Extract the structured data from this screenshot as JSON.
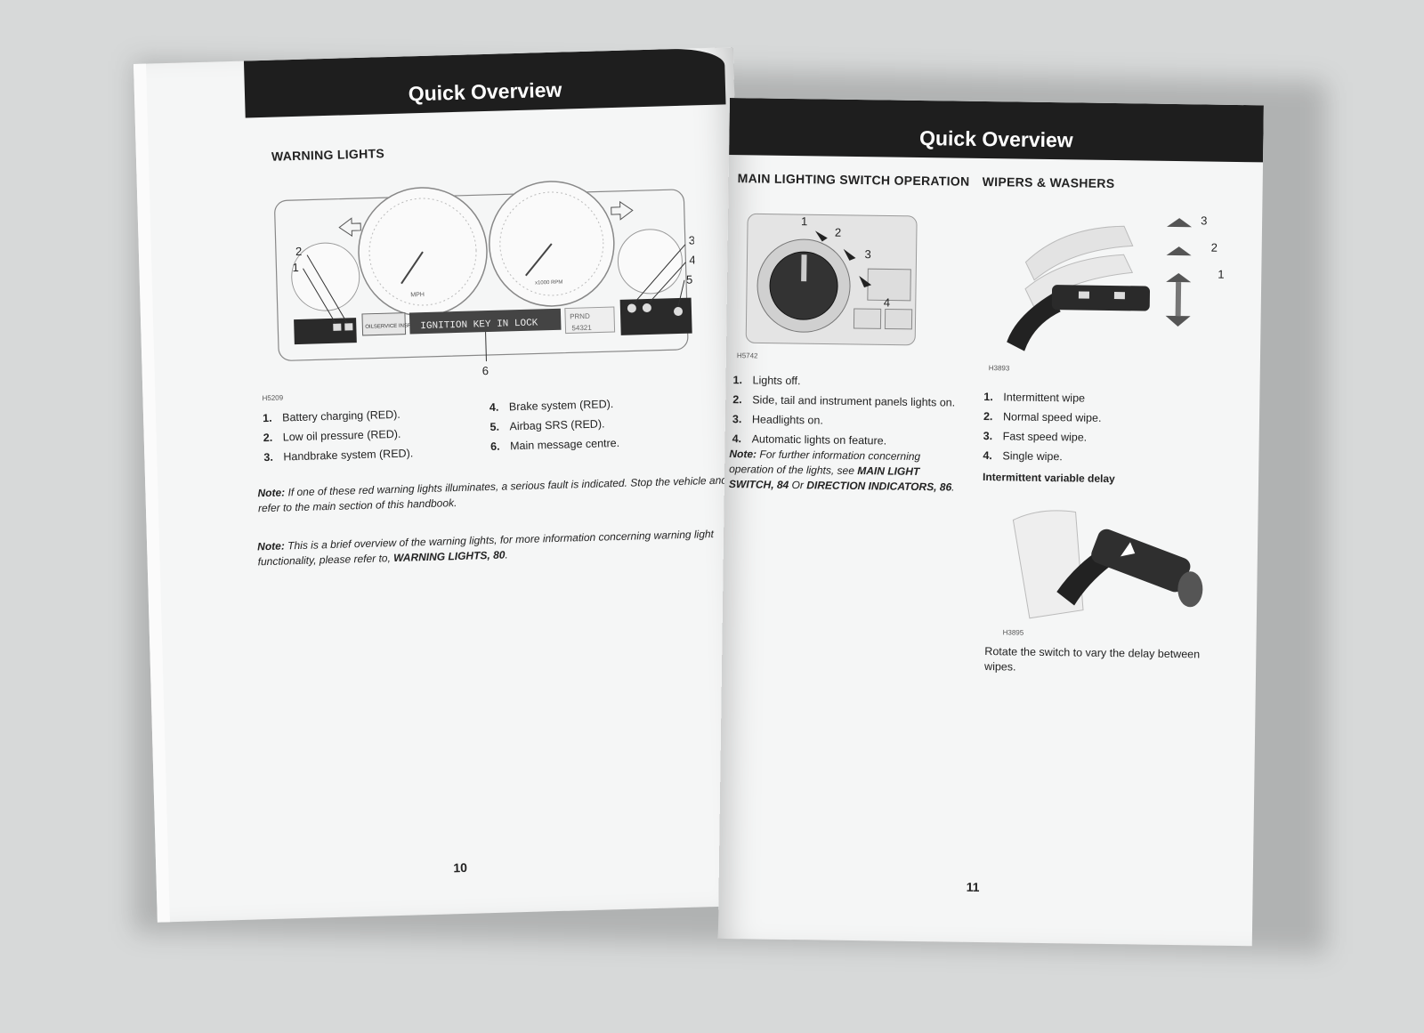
{
  "left_page": {
    "header": "Quick Overview",
    "section_title": "WARNING LIGHTS",
    "figure": {
      "code": "H5209",
      "callouts": [
        "1",
        "2",
        "3",
        "4",
        "5",
        "6"
      ],
      "display_text": "IGNITION KEY IN LOCK",
      "display_side": "OILSERVICE INSPECTION",
      "gear_text": "PRND",
      "odometer": "54321",
      "speedo_unit": "MPH",
      "tacho_unit": "x1000 RPM"
    },
    "list_col1": [
      {
        "num": "1.",
        "text": "Battery charging (RED)."
      },
      {
        "num": "2.",
        "text": "Low oil pressure (RED)."
      },
      {
        "num": "3.",
        "text": "Handbrake system (RED)."
      }
    ],
    "list_col2": [
      {
        "num": "4.",
        "text": "Brake system (RED)."
      },
      {
        "num": "5.",
        "text": "Airbag SRS (RED)."
      },
      {
        "num": "6.",
        "text": "Main message centre."
      }
    ],
    "note1": {
      "label": "Note:",
      "text": " If one of these red warning lights illuminates, a serious fault is indicated. Stop the vehicle and refer to the main section of this handbook."
    },
    "note2": {
      "label": "Note:",
      "text": " This is a brief overview of the warning lights, for more information concerning warning light functionality, please refer to, ",
      "ref": "WARNING LIGHTS, 80",
      "end": "."
    },
    "page_number": "10"
  },
  "right_page": {
    "header": "Quick Overview",
    "lighting": {
      "title": "MAIN LIGHTING SWITCH OPERATION",
      "figure_code": "H5742",
      "callouts": [
        "1",
        "2",
        "3",
        "4"
      ],
      "items": [
        {
          "num": "1.",
          "text": "Lights off."
        },
        {
          "num": "2.",
          "text": "Side, tail and instrument panels lights on."
        },
        {
          "num": "3.",
          "text": "Headlights on."
        },
        {
          "num": "4.",
          "text": "Automatic lights on feature."
        }
      ],
      "note": {
        "label": "Note:",
        "text": " For further information concerning operation of the lights, see ",
        "ref1": "MAIN LIGHT SWITCH, 84",
        "mid": " Or ",
        "ref2": "DIRECTION INDICATORS, 86",
        "end": "."
      }
    },
    "wipers": {
      "title": "WIPERS & WASHERS",
      "figure_code": "H3893",
      "callouts": [
        "1",
        "2",
        "3"
      ],
      "items": [
        {
          "num": "1.",
          "text": "Intermittent wipe"
        },
        {
          "num": "2.",
          "text": "Normal speed wipe."
        },
        {
          "num": "3.",
          "text": "Fast speed wipe."
        },
        {
          "num": "4.",
          "text": "Single wipe."
        }
      ],
      "subhead": "Intermittent variable delay",
      "figure2_code": "H3895",
      "caption": "Rotate the switch to vary the delay between wipes."
    },
    "page_number": "11"
  }
}
